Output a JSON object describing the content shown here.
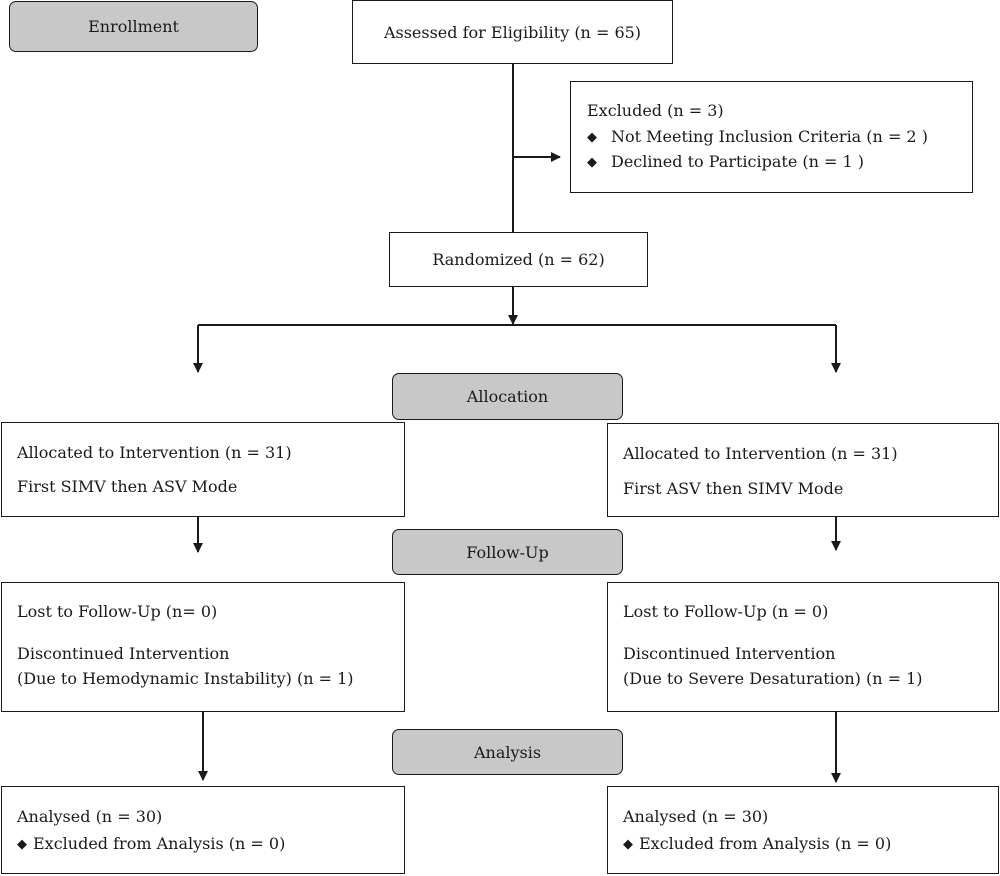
{
  "stages": {
    "enrollment": "Enrollment",
    "allocation": "Allocation",
    "follow_up": "Follow-Up",
    "analysis": "Analysis"
  },
  "assessed": "Assessed for Eligibility (n = 65)",
  "excluded": {
    "title": "Excluded (n = 3)",
    "bullet_icon": "diamond-bullet",
    "items": [
      "Not Meeting Inclusion Criteria (n = 2 )",
      "Declined to Participate (n = 1 )"
    ]
  },
  "randomized": "Randomized (n = 62)",
  "left": {
    "allocation_line1": "Allocated to Intervention (n = 31)",
    "allocation_line2": "First SIMV then ASV Mode",
    "followup_line1": "Lost to Follow-Up (n= 0)",
    "followup_line2": "Discontinued Intervention",
    "followup_line3": "(Due to Hemodynamic Instability)  (n = 1)",
    "analysis_line1": "Analysed (n = 30)",
    "analysis_line2": "Excluded from Analysis (n = 0)"
  },
  "right": {
    "allocation_line1": "Allocated to Intervention (n = 31)",
    "allocation_line2": "First ASV then SIMV Mode",
    "followup_line1": "Lost to Follow-Up (n = 0)",
    "followup_line2": "Discontinued Intervention",
    "followup_line3": "(Due to Severe Desaturation) (n = 1)",
    "analysis_line1": "Analysed (n = 30)",
    "analysis_line2": "Excluded from Analysis (n = 0)"
  },
  "colors": {
    "stage_fill": "#c8c8c8",
    "line": "#1a1a1a",
    "box_fill": "#ffffff"
  }
}
